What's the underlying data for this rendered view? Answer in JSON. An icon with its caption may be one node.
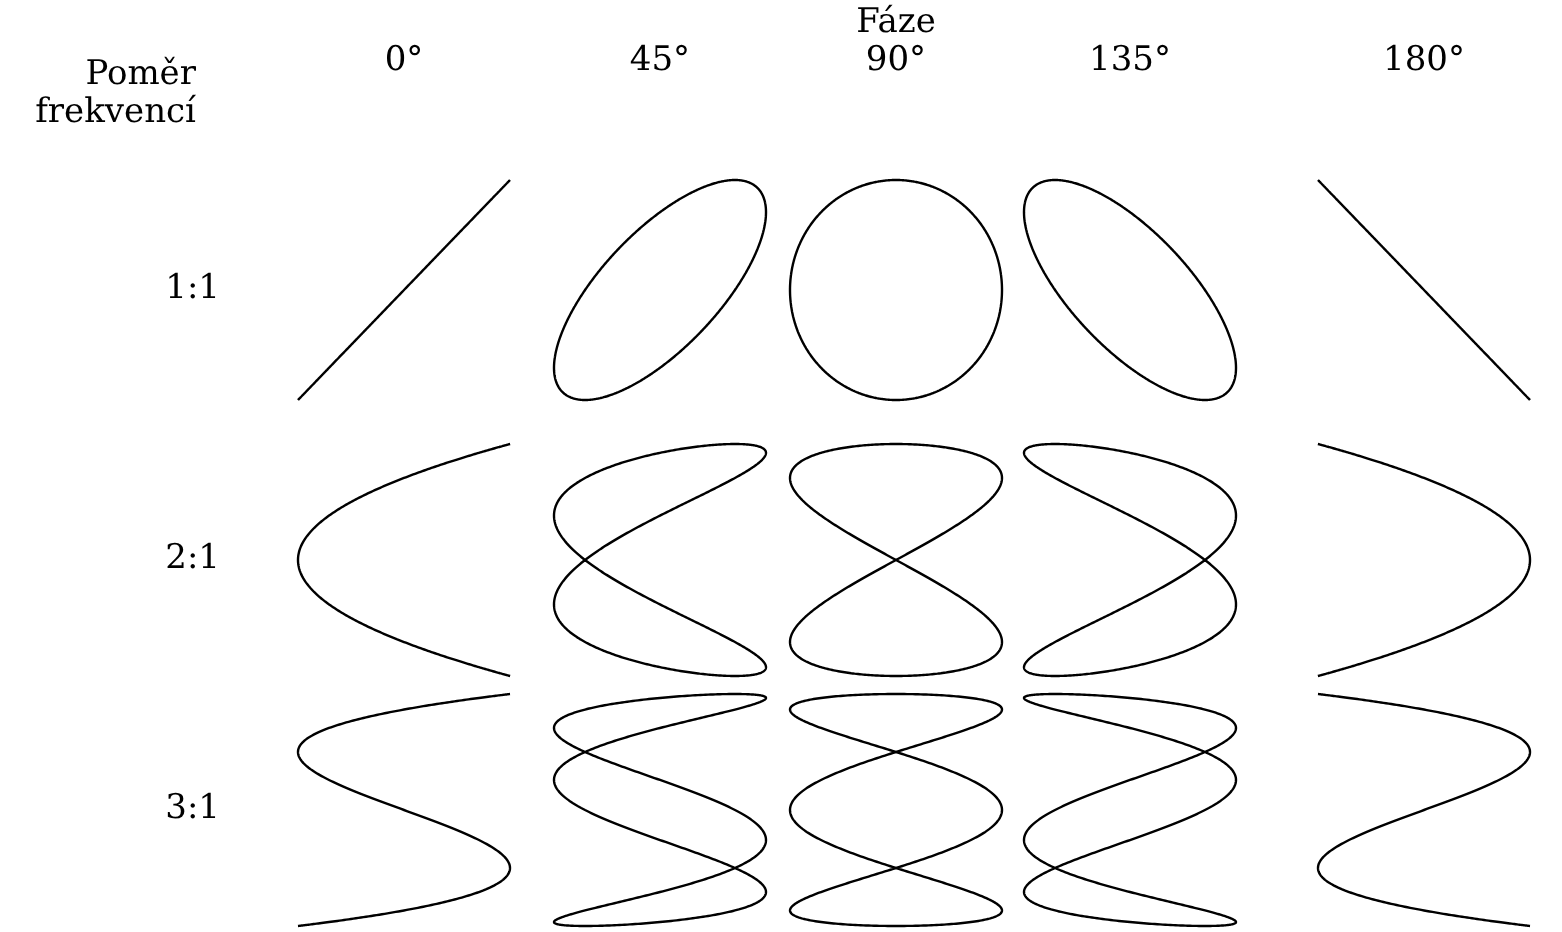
{
  "diagram": {
    "labels": [
      "Fáze",
      "Poměr frekvencí",
      "0°",
      "45°",
      "90°",
      "135°",
      "180°",
      "1:1",
      "2:1",
      "3:1"
    ]
  }
}
